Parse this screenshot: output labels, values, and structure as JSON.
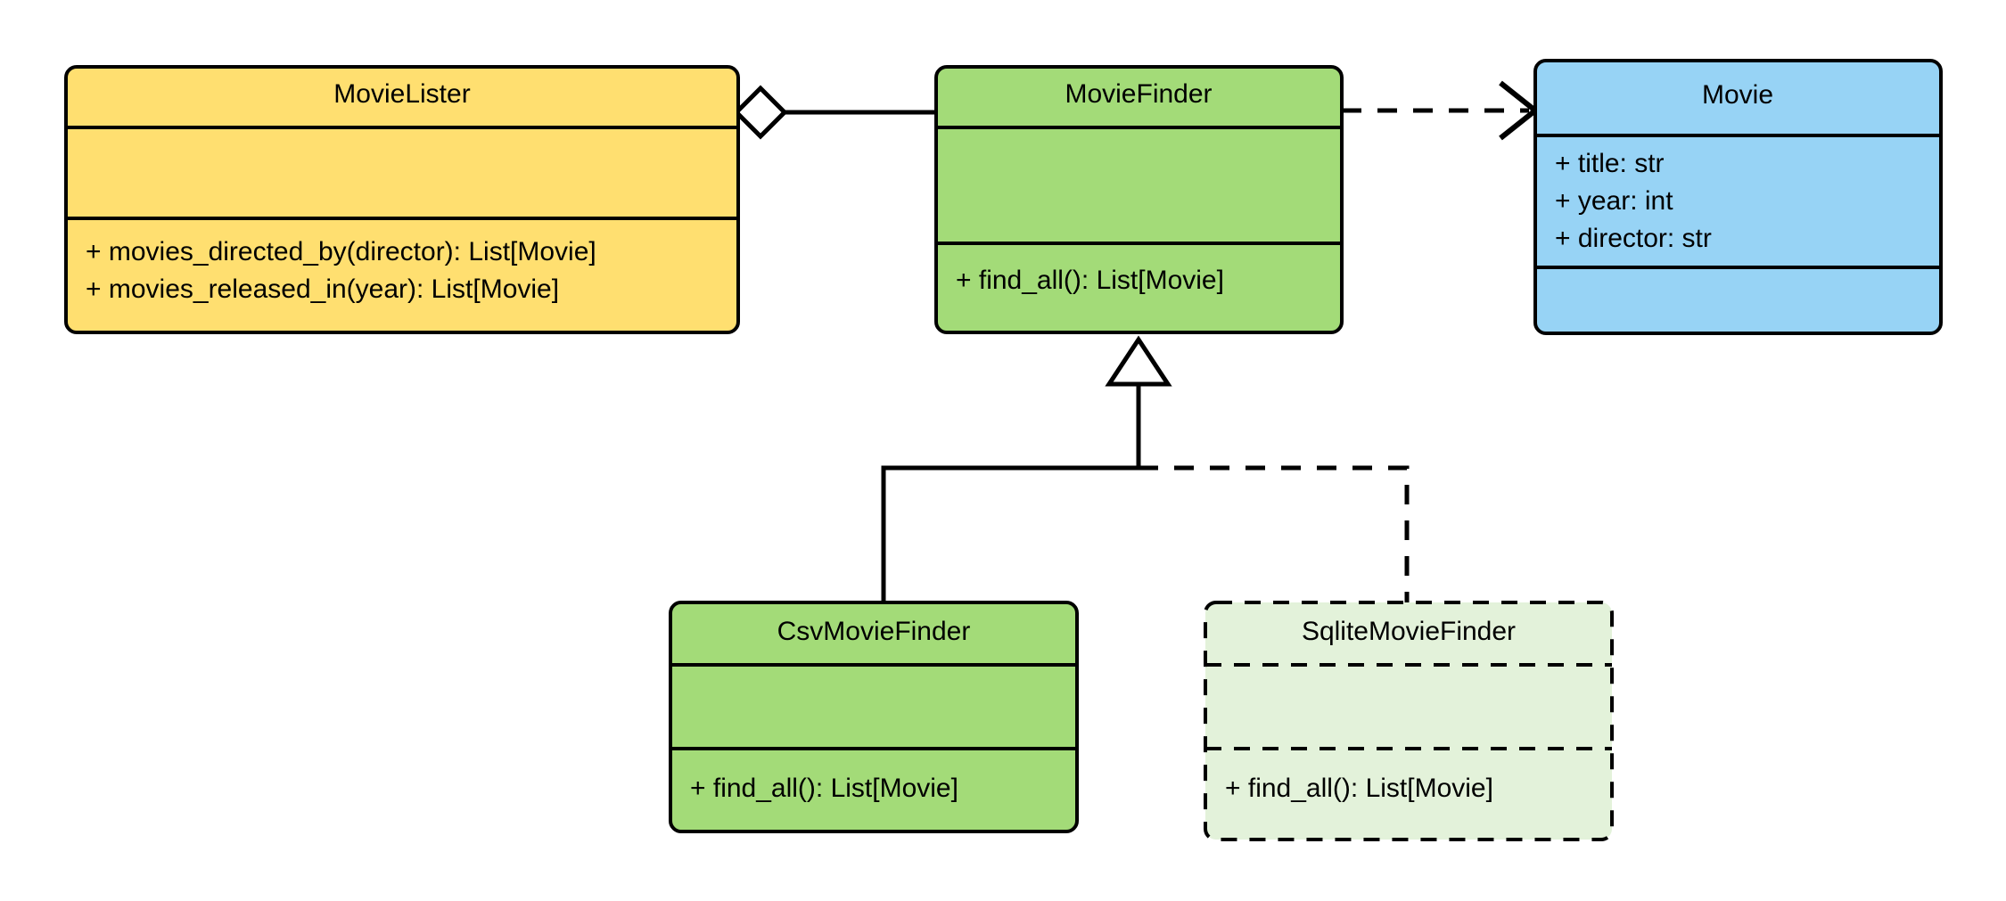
{
  "diagram": {
    "kind": "uml-class-diagram",
    "background_color": "#ffffff",
    "line_color": "#000000",
    "classes": [
      {
        "id": "movie-lister",
        "name": "MovieLister",
        "fill_color": "#FFDF70",
        "style": "solid",
        "attributes": [],
        "methods": [
          "+ movies_directed_by(director): List[Movie]",
          "+ movies_released_in(year): List[Movie]"
        ]
      },
      {
        "id": "movie-finder",
        "name": "MovieFinder",
        "fill_color": "#A3DB78",
        "style": "solid",
        "attributes": [],
        "methods": [
          "+ find_all(): List[Movie]"
        ]
      },
      {
        "id": "movie",
        "name": "Movie",
        "fill_color": "#97D3F5",
        "style": "solid",
        "attributes": [
          "+ title: str",
          "+ year: int",
          "+ director: str"
        ],
        "methods": []
      },
      {
        "id": "csv-movie-finder",
        "name": "CsvMovieFinder",
        "fill_color": "#A3DB78",
        "style": "solid",
        "attributes": [],
        "methods": [
          "+ find_all(): List[Movie]"
        ]
      },
      {
        "id": "sqlite-movie-finder",
        "name": "SqliteMovieFinder",
        "fill_color": "#E3F2DA",
        "style": "dashed",
        "attributes": [],
        "methods": [
          "+ find_all(): List[Movie]"
        ]
      }
    ],
    "relationships": [
      {
        "id": "lister-finder-aggregation",
        "type": "aggregation",
        "line_style": "solid",
        "source": "MovieLister",
        "target": "MovieFinder",
        "source_marker": "hollow-diamond",
        "target_marker": "none"
      },
      {
        "id": "finder-movie-dependency",
        "type": "dependency",
        "line_style": "dashed",
        "source": "MovieFinder",
        "target": "Movie",
        "source_marker": "none",
        "target_marker": "open-arrow"
      },
      {
        "id": "csv-finder-inheritance",
        "type": "generalization",
        "line_style": "solid",
        "source": "CsvMovieFinder",
        "target": "MovieFinder",
        "source_marker": "none",
        "target_marker": "hollow-triangle"
      },
      {
        "id": "sqlite-finder-inheritance",
        "type": "generalization",
        "line_style": "dashed",
        "source": "SqliteMovieFinder",
        "target": "MovieFinder",
        "source_marker": "none",
        "target_marker": "hollow-triangle"
      }
    ]
  }
}
